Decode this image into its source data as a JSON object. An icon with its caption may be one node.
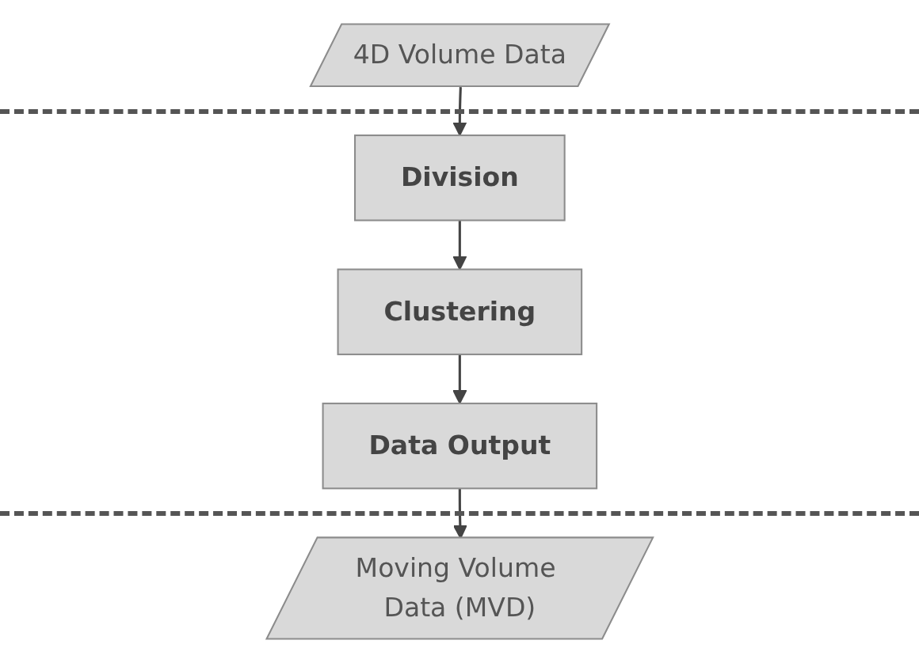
{
  "diagram": {
    "nodes": [
      {
        "text": [
          "4D Volume Data"
        ]
      },
      {
        "text": [
          "Division"
        ]
      },
      {
        "text": [
          "Clustering"
        ]
      },
      {
        "text": [
          "Data Output"
        ]
      },
      {
        "text": [
          "Moving Volume Data (MVD)"
        ]
      }
    ],
    "edges": [
      {
        "from": 0,
        "to": 1,
        "arrow": "to"
      },
      {
        "from": 1,
        "to": 2,
        "arrow": "to"
      },
      {
        "from": 2,
        "to": 3,
        "arrow": "to"
      },
      {
        "from": 3,
        "to": 4,
        "arrow": "to"
      }
    ]
  }
}
